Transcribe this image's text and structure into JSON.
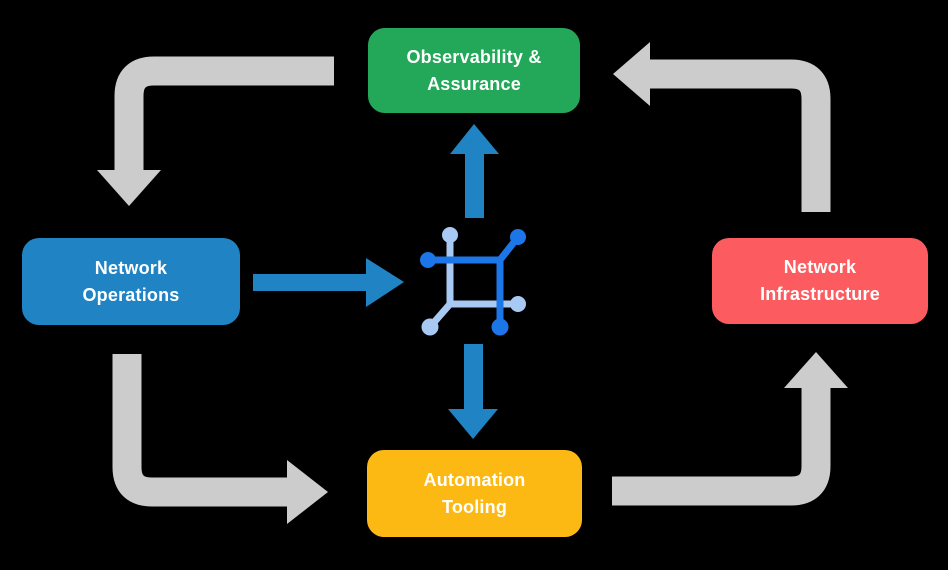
{
  "nodes": {
    "observability": {
      "label": "Observability &\nAssurance"
    },
    "operations": {
      "label": "Network\nOperations"
    },
    "infrastructure": {
      "label": "Network\nInfrastructure"
    },
    "automation": {
      "label": "Automation\nTooling"
    }
  },
  "center_icon": {
    "name": "network-mesh-icon"
  },
  "edges": [
    {
      "from": "observability",
      "to": "operations",
      "style": "gray-elbow"
    },
    {
      "from": "infrastructure",
      "to": "observability",
      "style": "gray-elbow"
    },
    {
      "from": "operations",
      "to": "automation",
      "style": "gray-elbow"
    },
    {
      "from": "automation",
      "to": "infrastructure",
      "style": "gray-elbow"
    },
    {
      "from": "operations",
      "to": "center",
      "style": "blue-straight"
    },
    {
      "from": "center",
      "to": "observability",
      "style": "blue-straight"
    },
    {
      "from": "center",
      "to": "automation",
      "style": "blue-straight"
    }
  ],
  "colors": {
    "background": "#000000",
    "green": "#23A859",
    "blue": "#2083C4",
    "red": "#FC5C5F",
    "yellow": "#FDB913",
    "arrow_gray": "#CCCCCC",
    "icon_dark_blue": "#1C76E8",
    "icon_light_blue": "#A8C9F3",
    "text_white": "#FFFFFF"
  }
}
